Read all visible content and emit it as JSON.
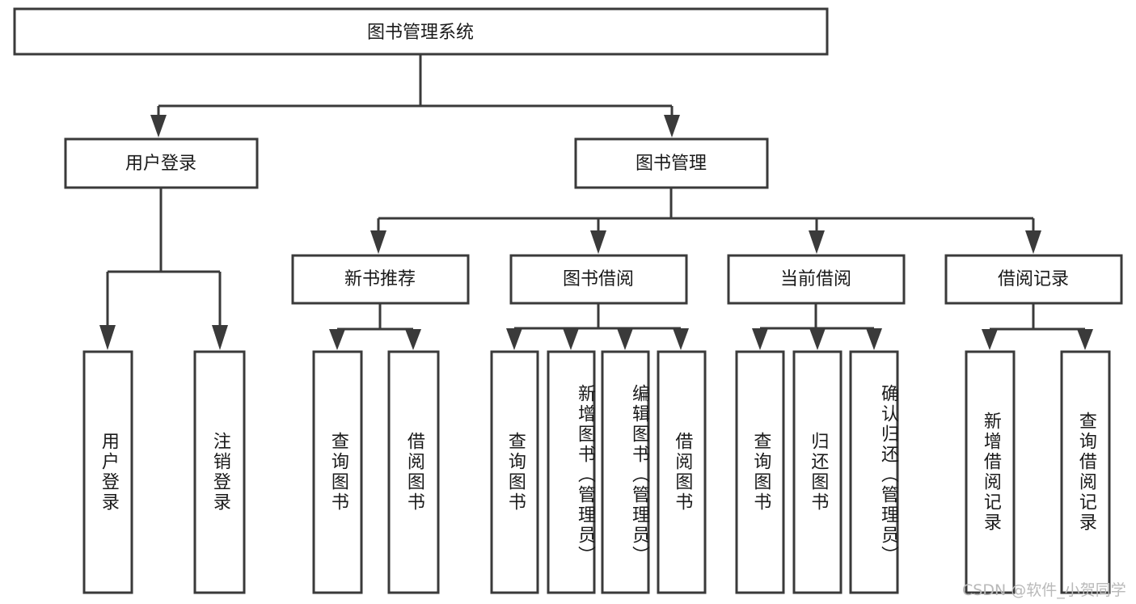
{
  "diagram": {
    "title_node": {
      "label": "图书管理系统"
    },
    "level1": [
      {
        "id": "user-login",
        "label": "用户登录"
      },
      {
        "id": "book-management",
        "label": "图书管理"
      }
    ],
    "level2": [
      {
        "id": "new-book-recommend",
        "label": "新书推荐"
      },
      {
        "id": "book-borrow",
        "label": "图书借阅"
      },
      {
        "id": "current-borrow",
        "label": "当前借阅"
      },
      {
        "id": "borrow-record",
        "label": "借阅记录"
      }
    ],
    "leaves": [
      {
        "id": "leaf-user-login",
        "label": "用户登录"
      },
      {
        "id": "leaf-logout-login",
        "label": "注销登录"
      },
      {
        "id": "leaf-query-book-1",
        "label": "查询图书"
      },
      {
        "id": "leaf-borrow-book-1",
        "label": "借阅图书"
      },
      {
        "id": "leaf-query-book-2",
        "label": "查询图书"
      },
      {
        "id": "leaf-add-book",
        "label": "新增图书（管理员）"
      },
      {
        "id": "leaf-edit-book",
        "label": "编辑图书（管理员）"
      },
      {
        "id": "leaf-borrow-book-2",
        "label": "借阅图书"
      },
      {
        "id": "leaf-query-book-3",
        "label": "查询图书"
      },
      {
        "id": "leaf-return-book",
        "label": "归还图书"
      },
      {
        "id": "leaf-confirm-return",
        "label": "确认归还（管理员）"
      },
      {
        "id": "leaf-add-borrow-record",
        "label": "新增借阅记录"
      },
      {
        "id": "leaf-query-borrow-record",
        "label": "查询借阅记录"
      }
    ],
    "watermark": {
      "text": "CSDN @软件_小贺同学"
    },
    "colors": {
      "stroke": "#3a3a3a",
      "fill": "#ffffff",
      "text": "#1a1a1a",
      "watermark": "#b9b9b9"
    }
  }
}
